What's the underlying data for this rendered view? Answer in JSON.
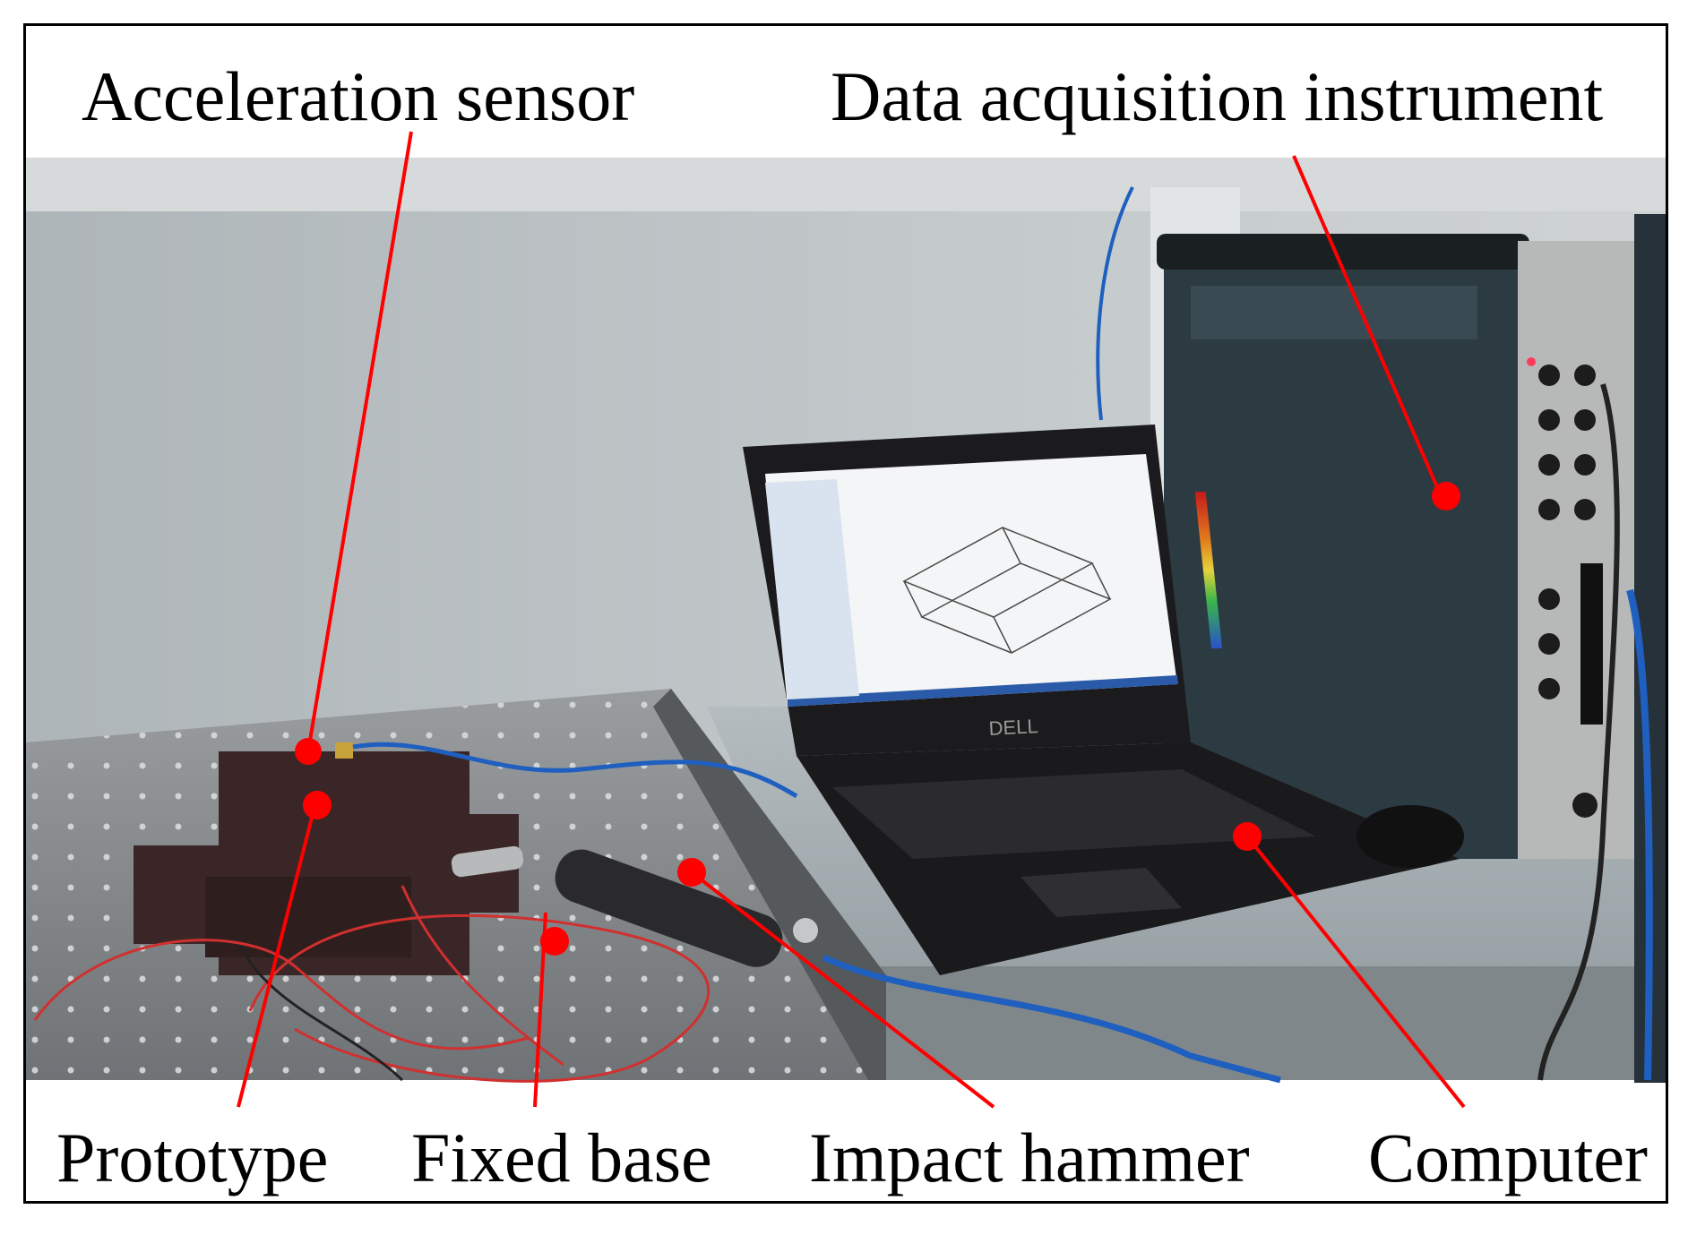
{
  "labels": {
    "acceleration_sensor": "Acceleration sensor",
    "data_acquisition_instrument": "Data acquisition instrument",
    "prototype": "Prototype",
    "fixed_base": "Fixed base",
    "impact_hammer": "Impact hammer",
    "computer": "Computer"
  },
  "laptop_brand": "DELL",
  "colors": {
    "annotation": "#ff0000",
    "text": "#000000",
    "frame": "#000000",
    "wall": "#b9c0c3",
    "instrument": "#2c3a42",
    "table_top": "#8d9194",
    "prototype": "#3a2626",
    "cable_blue": "#1f5fbf",
    "wire_red": "#d0302f"
  }
}
